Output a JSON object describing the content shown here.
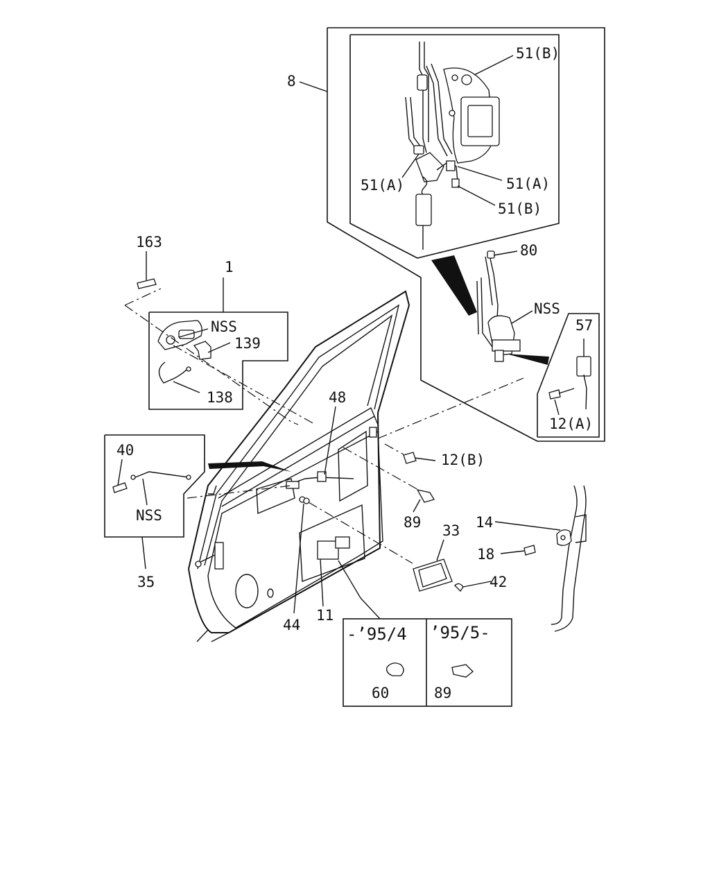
{
  "labels": {
    "p8": "8",
    "p51b_top": "51(B)",
    "p51a_left": "51(A)",
    "p51a_right": "51(A)",
    "p51b_bottom": "51(B)",
    "p80": "80",
    "nss_lock": "NSS",
    "p57": "57",
    "p12a": "12(A)",
    "p163": "163",
    "p1": "1",
    "nss_handle": "NSS",
    "p139": "139",
    "p138": "138",
    "p48": "48",
    "p12b": "12(B)",
    "p40": "40",
    "nss_rod": "NSS",
    "p35": "35",
    "p89_main": "89",
    "p33": "33",
    "p14": "14",
    "p18": "18",
    "p42": "42",
    "p44": "44",
    "p11": "11",
    "range_early": "-’95/4",
    "range_late": "’95/5-",
    "p60": "60",
    "p89_box": "89"
  }
}
